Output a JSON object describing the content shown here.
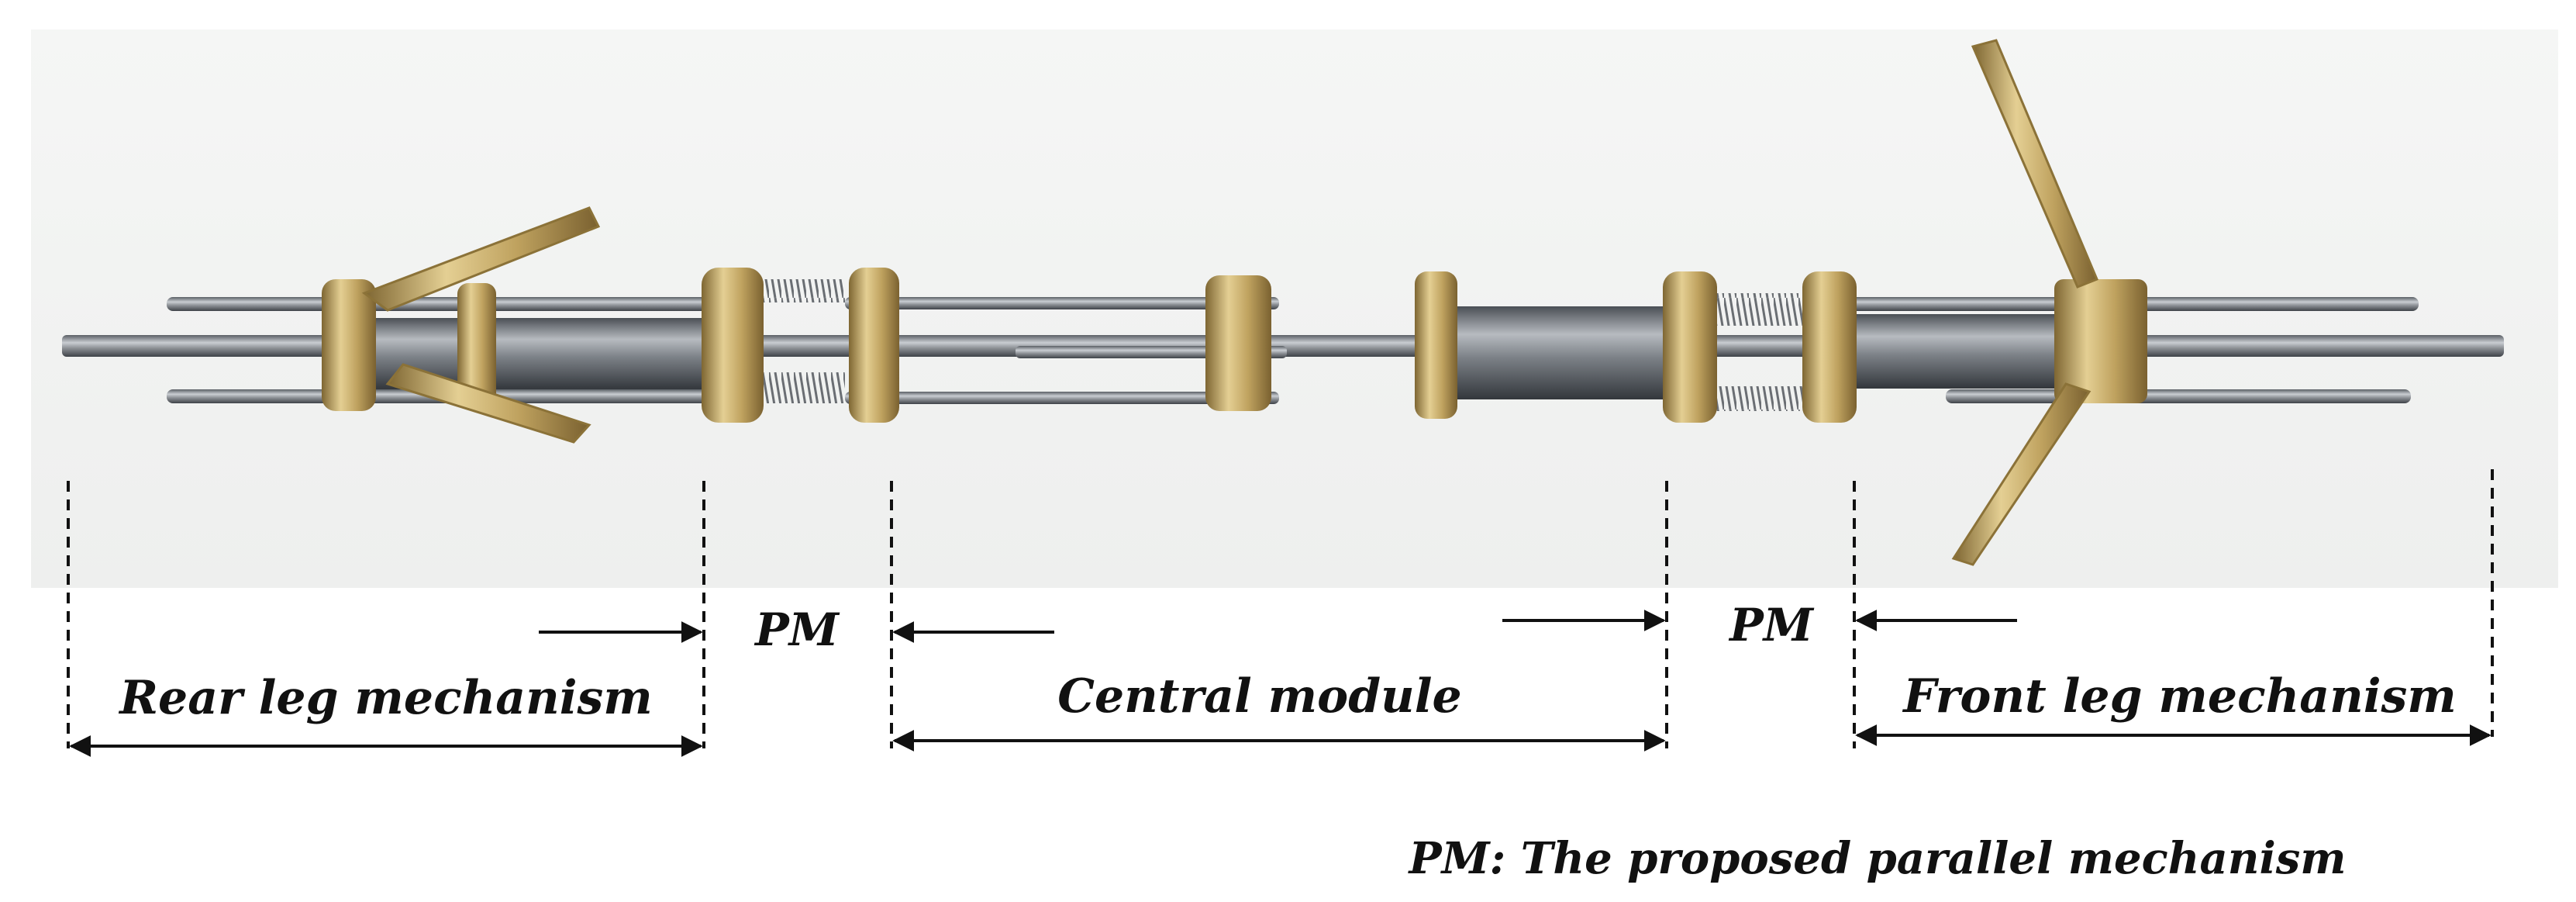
{
  "labels": {
    "rear": "Rear leg mechanism",
    "pm_left": "PM",
    "central": "Central module",
    "pm_right": "PM",
    "front": "Front leg mechanism",
    "note": "PM: The proposed parallel mechanism"
  },
  "colors": {
    "backdrop": "#f2f3f2",
    "steel": "#8d9196",
    "steel_dark": "#4d5258",
    "brass": "#c2a667",
    "brass_dark": "#8b7238",
    "line": "#111111"
  }
}
